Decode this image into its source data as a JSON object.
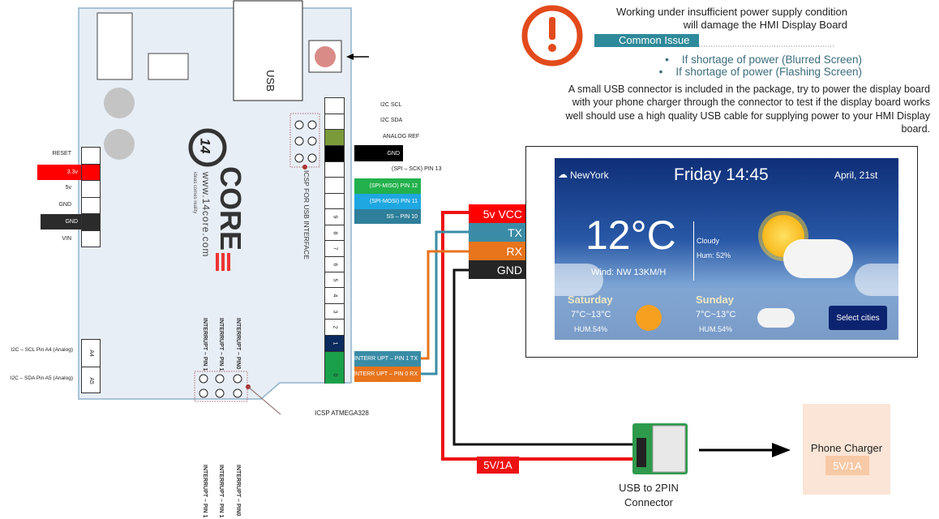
{
  "board": {
    "usb_label": "USB",
    "icsp_usb_label": "ICSP FOR USB INTERFACE",
    "icsp_atmega_label": "ICSP ATMEGA328",
    "logo": {
      "number": "14",
      "name": "CORE",
      "url": "www.14core.com",
      "tagline": "ideas comes reality"
    },
    "left_pins": [
      {
        "label": "RESET",
        "color": "#ffffff"
      },
      {
        "label": "3.3v",
        "color": "#ff0000"
      },
      {
        "label": "5v",
        "color": "#ffffff"
      },
      {
        "label": "GND",
        "color": "#ffffff"
      },
      {
        "label": "GND",
        "color": "#2b2b2b"
      },
      {
        "label": "VIN",
        "color": "#ffffff"
      }
    ],
    "analog_pins": [
      {
        "pin": "A4",
        "label": "I2C – SCL Pin A4 (Analog)"
      },
      {
        "pin": "A5",
        "label": "I2C – SDA Pin A5 (Analog)"
      }
    ],
    "right_labels": {
      "i2c_scl": "I2C SCL",
      "i2c_sda": "I2C SDA",
      "analog_ref": "ANALOG REF",
      "gnd": "GND",
      "spi_sck": "(SPI – SCK) PIN 13",
      "spi_miso": "(SPI-MISO) PIN 12",
      "spi_mosi": "(SPI-MOSI) PIN 11",
      "ss": "SS – PIN 10",
      "int_tx": "INTERR UPT – PIN 1 TX",
      "int_rx": "INTERR UPT – PIN 0 RX"
    },
    "digital_pins": [
      "9",
      "8",
      "7",
      "6",
      "5",
      "4",
      "3",
      "2",
      "1",
      "0"
    ],
    "icsp_labels": [
      "INTERRUPT – PIN 1",
      "INTERRUPT – PIN 1",
      "INTERRUPT – PIN0"
    ],
    "icsp_labels_lower": [
      "INTERRUPT – PIN 1",
      "INTERRUPT – PIN 1",
      "INTERRUPT – PIN0"
    ]
  },
  "display_pins": [
    "5v VCC",
    "TX",
    "RX",
    "GND"
  ],
  "power_label": "5V/1A",
  "connector_label": [
    "USB to 2PIN",
    "Connector"
  ],
  "charger": {
    "title": "Phone Charger",
    "rating": "5V/1A"
  },
  "notice": {
    "warning_line1": "Working under insufficient power supply condition",
    "warning_line2": "will damage the HMI Display Board",
    "section_title": "Common Issue",
    "bullets": [
      "If shortage of power (Blurred Screen)",
      "If shortage of power (Flashing Screen)"
    ],
    "paragraph": [
      "A small USB connector is included in the package, try to power the display board",
      "with your phone charger through the connector to test if the display board works",
      "well should use a high quality USB cable for supplying power to your HMI Display",
      "board."
    ]
  },
  "weather": {
    "city": "NewYork",
    "day_time": "Friday  14:45",
    "date": "April, 21st",
    "temp": "12°C",
    "condition": "Cloudy",
    "humidity": "Hum: 52%",
    "wind": "Wind: NW 13KM/H",
    "forecast": [
      {
        "day": "Saturday",
        "range": "7°C~13°C",
        "hum": "HUM.54%"
      },
      {
        "day": "Sunday",
        "range": "7°C~13°C",
        "hum": "HUM.54%"
      }
    ],
    "button": "Select cities"
  },
  "colors": {
    "red": "#ff0000",
    "teal": "#3a8ca6",
    "orange": "#e8741c",
    "green": "#22b14c",
    "blue": "#1ea7e1",
    "olive": "#7a9a3a",
    "navy": "#0b2a5e",
    "warning": "#e24a1b"
  }
}
